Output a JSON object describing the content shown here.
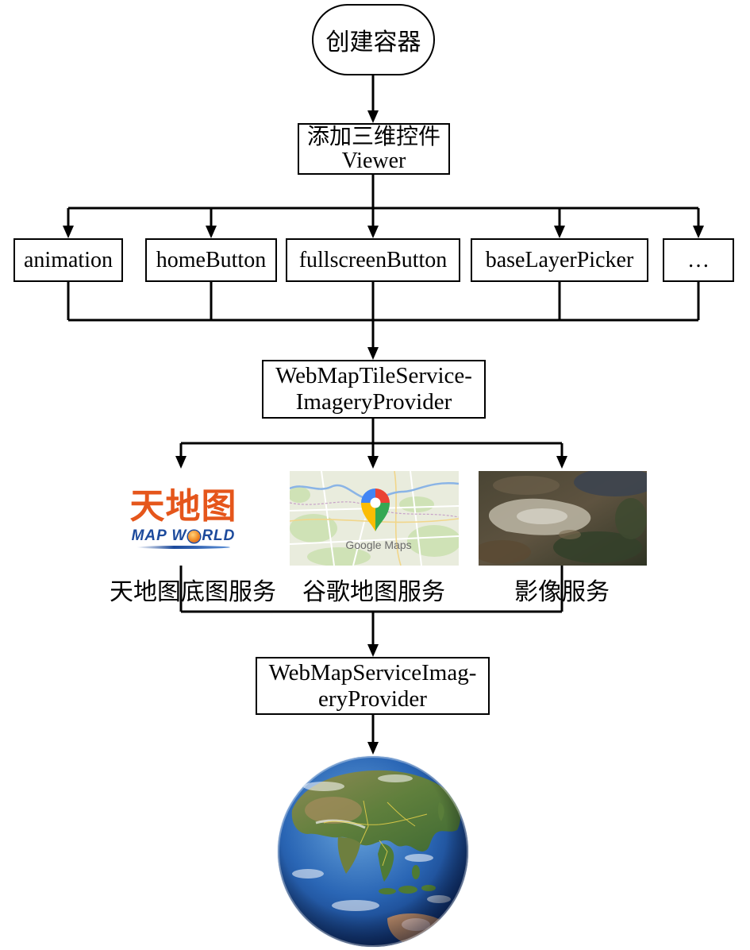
{
  "diagram": {
    "start": "创建容器",
    "viewer": {
      "line1": "添加三维控件",
      "line2": "Viewer"
    },
    "widgets": [
      "animation",
      "homeButton",
      "fullscreenButton",
      "baseLayerPicker",
      "…"
    ],
    "wmts": {
      "line1": "WebMapTileService-",
      "line2": "ImageryProvider"
    },
    "wms": {
      "line1": "WebMapServiceImag-",
      "line2": "eryProvider"
    },
    "services": [
      {
        "label": "天地图底图服务",
        "thumbnail": "tianditu-logo"
      },
      {
        "label": "谷歌地图服务",
        "thumbnail": "google-maps-thumbnail"
      },
      {
        "label": "影像服务",
        "thumbnail": "satellite-imagery-thumbnail"
      }
    ],
    "result_icon": "globe-icon"
  },
  "logos": {
    "tianditu_cn": "天地图",
    "mapworld_left": "MAP W",
    "mapworld_right": "RLD",
    "google_maps": "Google Maps"
  },
  "colors": {
    "lines": "#000000",
    "tianditu_orange": "#e5561b",
    "mapworld_blue": "#1c4a9c",
    "globe_ocean": "#2a66b5",
    "globe_land": "#5f7f3c"
  }
}
